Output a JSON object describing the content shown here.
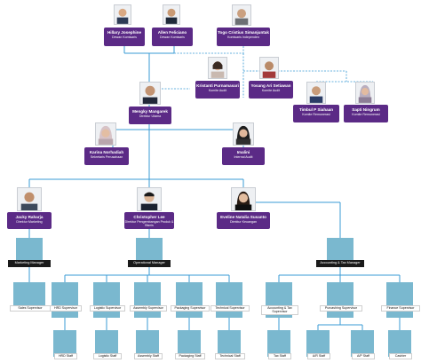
{
  "org": {
    "top": {
      "hillary": {
        "name": "Hillary Josephine",
        "title": "Dewan Komisaris"
      },
      "allen": {
        "name": "Allen Feliciano",
        "title": "Dewan Komisaris"
      },
      "togo": {
        "name": "Togo Cristius Simanjuntak",
        "title": "Komisaris Independen"
      }
    },
    "committee": {
      "kristanti": {
        "name": "Kristanti Purnamasari",
        "title": "Komite Audit"
      },
      "yosang": {
        "name": "Yosang Ari Setiawan",
        "title": "Komite Audit"
      },
      "timbul": {
        "name": "Timbul P Siahaan",
        "title": "Komite Remunerasi"
      },
      "sapti": {
        "name": "Sapti Ningrum",
        "title": "Komite Remunerasi"
      }
    },
    "executives": {
      "mengky": {
        "name": "Mengky Mangarek",
        "title": "Direktur Utama"
      },
      "karina": {
        "name": "Karina Norhadiah",
        "title": "Sekretaris Perusahaan"
      },
      "imalini": {
        "name": "Imalini",
        "title": "Internal Audit"
      }
    },
    "directors": {
      "jacky": {
        "name": "Jacky Raharja",
        "title": "Direktur Marketing"
      },
      "christopher": {
        "name": "Christopher Lee",
        "title": "Direktur Pengembangan Produk & Bisnis"
      },
      "eveline": {
        "name": "Eveline Natalia Susanto",
        "title": "Direktur Keuangan"
      }
    },
    "managers": {
      "marketing": "Marketing Manager",
      "operational": "Operational Manager",
      "accounting": "Accounting & Tax Manager"
    },
    "supervisors": {
      "sales": "Sales Supervisor",
      "hrd": "HRD Supervisor",
      "logistic": "Logistic Supervisor",
      "assembly": "Assembly Supervisor",
      "packaging": "Packaging Supervisor",
      "technical": "Technical Supervisor",
      "accounting_tax": "Accounting & Tax Supervisor",
      "purcashing": "Purcashing Supervisor",
      "finance": "Finance Supervisor"
    },
    "staff": {
      "hrd": "HRD Staff",
      "logistic": "Logistic Staff",
      "assembly": "Assembly Staff",
      "packaging": "Packaging Staff",
      "technical": "Technical Staff",
      "tax": "Tax Staff",
      "ar": "A/R Staff",
      "ap": "A/P Staff",
      "cashier": "Cashier"
    }
  },
  "colors": {
    "card": "#5b2a86",
    "line": "#3a9bd5",
    "box": "#7ab8cf",
    "manager": "#1a1a1a"
  }
}
